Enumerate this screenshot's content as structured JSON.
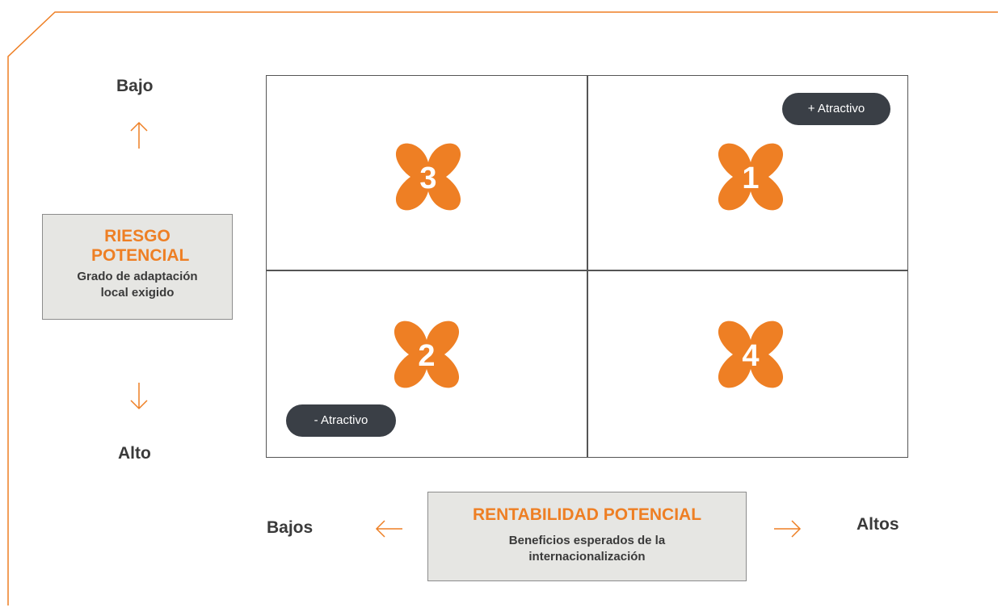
{
  "vertical_axis": {
    "top_label": "Bajo",
    "bottom_label": "Alto",
    "title": "RIESGO POTENCIAL",
    "subtitle": "Grado de adaptación local exigido"
  },
  "horizontal_axis": {
    "left_label": "Bajos",
    "right_label": "Altos",
    "title": "RENTABILIDAD POTENCIAL",
    "subtitle": "Beneficios esperados de la internacionalización"
  },
  "quadrants": [
    {
      "number": "3",
      "position": "top-left"
    },
    {
      "number": "1",
      "position": "top-right"
    },
    {
      "number": "2",
      "position": "bottom-left"
    },
    {
      "number": "4",
      "position": "bottom-right"
    }
  ],
  "tags": {
    "most_attractive": "+ Atractivo",
    "least_attractive": "- Atractivo"
  },
  "colors": {
    "accent_orange": "#ee7f24",
    "pill_dark": "#3a3f46",
    "box_fill": "#e6e6e3",
    "grid_line": "#555555"
  }
}
